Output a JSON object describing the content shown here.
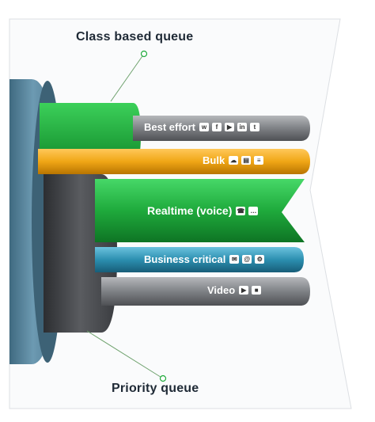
{
  "callouts": {
    "class_based_queue": "Class based queue",
    "priority_queue": "Priority queue"
  },
  "strands": [
    {
      "label": "Best effort",
      "color": "#7f8286",
      "icons": [
        "whatsapp-icon",
        "facebook-icon",
        "youtube-icon",
        "linkedin-icon",
        "twitter-icon"
      ]
    },
    {
      "label": "Bulk",
      "color": "#f0a616",
      "icons": [
        "cloud-download-icon",
        "storage-icon",
        "document-icon"
      ]
    },
    {
      "label": "Realtime (voice)",
      "color": "#1faa3c",
      "icons": [
        "phone-ring-icon",
        "chat-icon"
      ]
    },
    {
      "label": "Business critical",
      "color": "#2c8fb0",
      "icons": [
        "mail-icon",
        "at-icon",
        "gear-icon"
      ]
    },
    {
      "label": "Video",
      "color": "#8a8c90",
      "icons": [
        "play-icon",
        "video-camera-icon"
      ]
    }
  ],
  "colors": {
    "cable_jacket": "#5f8ca4",
    "class_queue": "#1faa3c",
    "priority_queue": "#4a4c50",
    "leader_line": "#1faa3c"
  }
}
